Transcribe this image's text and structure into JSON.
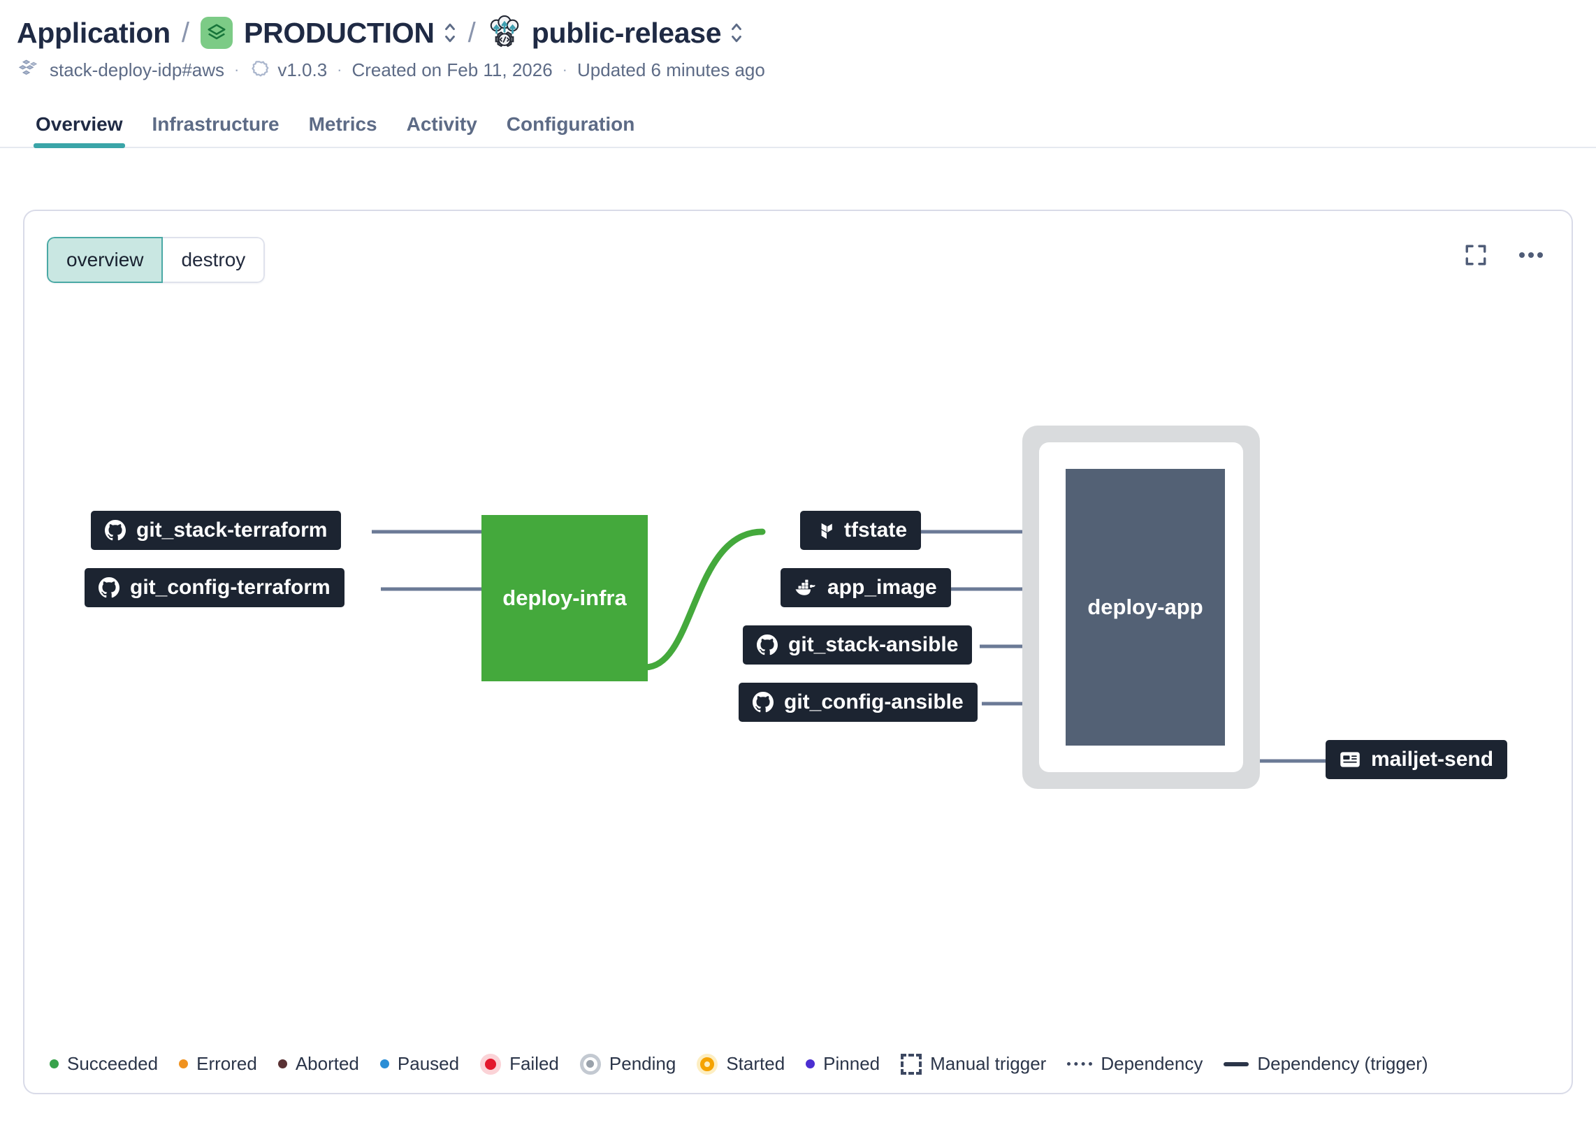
{
  "header": {
    "breadcrumb": [
      {
        "label": "Application",
        "icon": null,
        "has_selector": false
      },
      {
        "label": "PRODUCTION",
        "icon": "layers-icon",
        "has_selector": true
      },
      {
        "label": "public-release",
        "icon": "cloud-deploy-gear-icon",
        "has_selector": true
      }
    ],
    "separator": "/",
    "meta": {
      "stack_icon": "stack-blocks-icon",
      "stack": "stack-deploy-idp#aws",
      "version_icon": "gear-outline-icon",
      "version": "v1.0.3",
      "created": "Created on Feb 11, 2026",
      "updated": "Updated 6 minutes ago",
      "dot": "·"
    },
    "tabs": [
      {
        "label": "Overview",
        "active": true
      },
      {
        "label": "Infrastructure",
        "active": false
      },
      {
        "label": "Metrics",
        "active": false
      },
      {
        "label": "Activity",
        "active": false
      },
      {
        "label": "Configuration",
        "active": false
      }
    ]
  },
  "canvas": {
    "toggle": [
      {
        "label": "overview",
        "active": true
      },
      {
        "label": "destroy",
        "active": false
      }
    ],
    "actions": [
      {
        "name": "fullscreen-icon"
      },
      {
        "name": "more-options-icon"
      }
    ]
  },
  "graph": {
    "nodes": [
      {
        "id": "git_stack_terraform",
        "label": "git_stack-terraform",
        "icon": "github-icon",
        "type": "pill"
      },
      {
        "id": "git_config_terraform",
        "label": "git_config-terraform",
        "icon": "github-icon",
        "type": "pill"
      },
      {
        "id": "deploy_infra",
        "label": "deploy-infra",
        "icon": null,
        "type": "block",
        "color": "#44a93c"
      },
      {
        "id": "tfstate",
        "label": "tfstate",
        "icon": "terraform-icon",
        "type": "pill"
      },
      {
        "id": "app_image",
        "label": "app_image",
        "icon": "docker-icon",
        "type": "pill"
      },
      {
        "id": "git_stack_ansible",
        "label": "git_stack-ansible",
        "icon": "github-icon",
        "type": "pill"
      },
      {
        "id": "git_config_ansible",
        "label": "git_config-ansible",
        "icon": "github-icon",
        "type": "pill"
      },
      {
        "id": "deploy_app",
        "label": "deploy-app",
        "icon": null,
        "type": "block",
        "color": "#536175"
      },
      {
        "id": "mailjet_send",
        "label": "mailjet-send",
        "icon": "mail-card-icon",
        "type": "pill"
      }
    ],
    "edges": [
      {
        "from": "git_stack_terraform",
        "to": "deploy_infra",
        "style": "solid",
        "color": "#6b7a96"
      },
      {
        "from": "git_config_terraform",
        "to": "deploy_infra",
        "style": "solid",
        "color": "#6b7a96"
      },
      {
        "from": "deploy_infra",
        "to": "tfstate",
        "style": "solid",
        "color": "#44a93c"
      },
      {
        "from": "tfstate",
        "to": "deploy_app",
        "style": "solid",
        "color": "#6b7a96"
      },
      {
        "from": "app_image",
        "to": "deploy_app",
        "style": "solid",
        "color": "#6b7a96"
      },
      {
        "from": "git_stack_ansible",
        "to": "deploy_app",
        "style": "solid",
        "color": "#6b7a96"
      },
      {
        "from": "git_config_ansible",
        "to": "deploy_app",
        "style": "solid",
        "color": "#6b7a96"
      },
      {
        "from": "deploy_app",
        "to": "mailjet_send",
        "style": "solid",
        "color": "#6b7a96"
      }
    ]
  },
  "legend": [
    {
      "label": "Succeeded",
      "marker": "dot",
      "color": "#37a24a"
    },
    {
      "label": "Errored",
      "marker": "dot",
      "color": "#f0921f"
    },
    {
      "label": "Aborted",
      "marker": "dot",
      "color": "#5a3234"
    },
    {
      "label": "Paused",
      "marker": "dot",
      "color": "#2a8ed6"
    },
    {
      "label": "Failed",
      "marker": "ring",
      "color": "#e3182d"
    },
    {
      "label": "Pending",
      "marker": "ring",
      "color": "#9aa2ab"
    },
    {
      "label": "Started",
      "marker": "ring",
      "color": "#f5a302"
    },
    {
      "label": "Pinned",
      "marker": "dot",
      "color": "#4b2fd1"
    },
    {
      "label": "Manual trigger",
      "marker": "dashed-square",
      "color": "#3d4861"
    },
    {
      "label": "Dependency",
      "marker": "dotted-line",
      "color": "#3d4861"
    },
    {
      "label": "Dependency (trigger)",
      "marker": "solid-line",
      "color": "#2b3549"
    }
  ]
}
